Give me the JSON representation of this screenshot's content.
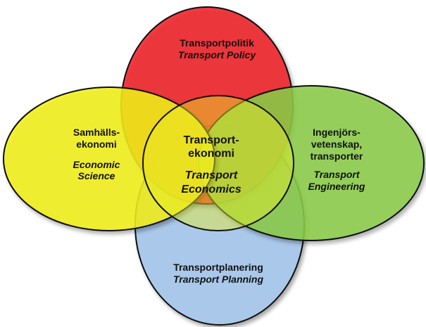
{
  "colors": {
    "top_fill": "#ee1c24",
    "left_fill": "#f2f01a",
    "right_fill": "#8ccd48",
    "bottom_fill": "#a9c8ea",
    "center_fill": "#e8ee28",
    "stroke": "#111111"
  },
  "top": {
    "line1": "Transportpolitik",
    "line2": "Transport Policy"
  },
  "left": {
    "line1": "Samhälls-",
    "line2": "ekonomi",
    "line3": "Economic",
    "line4": "Science"
  },
  "right": {
    "line1": "Ingenjörs-",
    "line2": "vetenskap,",
    "line3": "transporter",
    "line4": "Transport",
    "line5": "Engineering"
  },
  "bottom": {
    "line1": "Transportplanering",
    "line2": "Transport Planning"
  },
  "center": {
    "line1": "Transport-",
    "line2": "ekonomi",
    "line3": "Transport",
    "line4": "Economics"
  }
}
